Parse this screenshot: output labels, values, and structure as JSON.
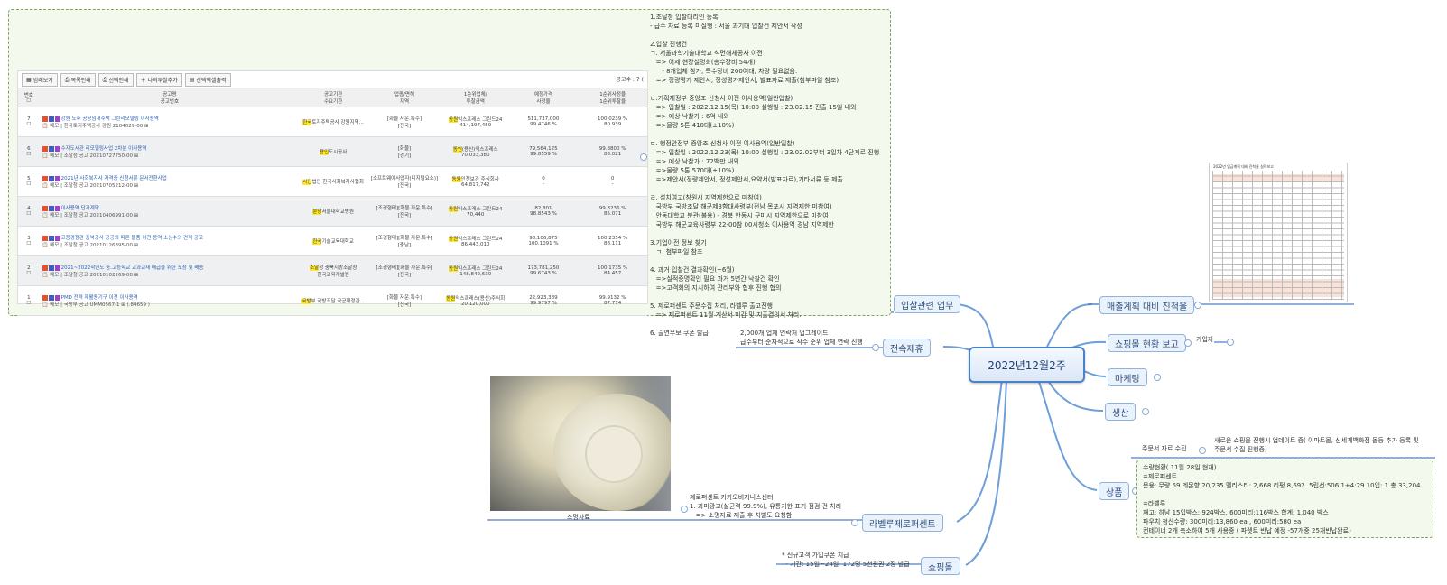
{
  "central_topic": "2022년12월2주",
  "topics": {
    "bid_work": "입찰관련 업무",
    "transfer": "전속제휴",
    "label_jero": "라벨루제로퍼센트",
    "shopping_mall": "쇼핑몰",
    "sales_plan": "매출계획 대비 진척율",
    "shop_status": "쇼핑몰 현황 보고",
    "shop_status_child": "가입자",
    "marketing": "마케팅",
    "production": "생산",
    "product": "상품",
    "product_child": "주문서 자료 수집"
  },
  "notes": {
    "bid_detail": "1.조달청 입찰대리인 등록\n- 급수 자료 등록 미실행 : 서울 과기대 입찰건 제안서 작성\n\n2.입찰 진행건\nㄱ. 서울과학기술대학교 석면해체공사 이전\n   => 어제 현장설명회(총수장비 54개)\n      - 8개업체 참가, 특수장비 200여대, 차량 필요없음.\n   => 정량평가 제안서, 정성평가제안서, 발표자료 제출(첨부파일 참조)\n\nㄴ.기획재정부 중앙조 신청사 이전 이사용역(일반입찰)\n   => 입찰일 : 2022.12.15(목) 10:00 실행일 : 23.02.15 진출 15일 내외\n   => 예상 낙찰가 : 6억 내외\n   =>물량 5톤 410대(±10%)\n\nㄷ. 행정안전부 중앙조 신청사 이전 이사용역(일반입찰)\n   => 입찰일 : 2022.12.23(목) 10:00 실행일 : 23.02.02부터 3일차 4단계로 진행\n   => 예상 낙찰가 : 72백만 내외\n   =>물량 5톤 570대(±10%)\n   =>제안서(정량제안서, 정성제안서,요약서(발표자료),기타서류 등 제출\n\nㄹ. 설치여고(창원시 지역제한으로 미참여)\n   국방부 국방조달 해군제3함대사령부(전남 목포시 지역제한 미참여)\n   안동대학교 분관(불용) - 경북 안동시 구미시 지역제한으로 미참여\n   국방부 해군교육사령부 22-00참 00시청소 이사용역 경남 지역제한\n\n3.기업이전 정보 찾기\n   ㄱ. 첨부파일 참조\n\n4. 과거 입찰건 결과확인(~6월)\n   =>실적증명확인 필요 과거 5년간 낙찰건 확인\n   =>고객회의 지시하여 관리부와 협후 진행 협의\n\n5. 제로퍼센트 주문수집 처리, 라벨루 출고진행\n   => 제로퍼센트 11월 계산서 미감 및 지출결의서 처리.\n\n6. 출연무보 쿠폰 발급",
    "transfer_detail": "2,000개 업체 연락처 업그레이드\n급수부터 순차적으로 작수 순위 업체 연락 진행",
    "label_detail": "제로퍼센트 카카오비지니스센터\n1. 과마광고(살균력 99.9%), 유통기한 표기 점검 건 처리\n   => 소명자료 제출 후 처벌도 요청함.",
    "shopping_detail": "* 신규고객 가입쿠폰 지급\n  - 기간: 15일~24일  172명 5천원권 2장 발급",
    "product_detail": "새로운 쇼핑몰 진행시 업데이트 중( 이마트몰, 신세계백화점 몰등 추가 등록 및\n주문서 수집 진행중)",
    "product_box": "수량현황( 11월 28일 현재)\n=제로퍼센트\n문용: 무량 59 레몬향 20,235 멜리스티: 2,668 리펑 8,692  5립선:506 1+4:29 10입: 1 총 33,204\n\n=라벨루\n재고: 히남 15입박스: 924박스, 600미리:116박스 합계: 1,040 박스\n파우치 청산수량: 300미리:13,860 ea , 600미리:580 ea\n컨테이너 2개 축소하여 5개 사용중 ( 파렛트 반납 예정 -57개중 25개반납완료)"
  },
  "photo_caption": "소명자료",
  "minimap_title": "2022년 입금계획 대비 진척율 실적보고",
  "bid_screenshot": {
    "toolbar": [
      "범례보기",
      "목록인쇄",
      "선택인쇄",
      "나의투찰추가",
      "선택엑셀출력"
    ],
    "count_label": "공고수 : 7 (",
    "headers": [
      "번호\n☐",
      "공고명\n공고번호",
      "공고기관\n수요기관",
      "업종/면허\n지역",
      "1순위업체/\n투찰금액",
      "예정가격\n사정율",
      "1순위사정율\n1순위투찰율"
    ],
    "rows": [
      {
        "no": "7",
        "title": "강원 노후 공공임대주택 그린리모델링 이사용역",
        "num": "📋 메모 | 한국토지주택공사 강원 2104029-00 ⊞",
        "org_hl": "한국",
        "org": "토지주택공사 강원지역...",
        "type": "[화물 자운.특수]\n[전국]",
        "w_hl": "동원",
        "winner": "익스프레스 그린드24\n414,197,450",
        "est": "511,737,000\n99.4746 %",
        "rate": "100.0239 %\n80.939"
      },
      {
        "no": "6",
        "title": "수지도서관 리모델링사업 2차분 이사용역",
        "num": "📋 메모 | 조달청 공고 20210727750-00 ⊞",
        "org_hl": "용인",
        "org": "도시공사",
        "type": "[화물]\n[경기]",
        "w_hl": "동인",
        "winner": "(용신)익스프레스\n70,033,380",
        "est": "79,564,125\n99.8559 %",
        "rate": "99.8800 %\n88.021"
      },
      {
        "no": "5",
        "title": "2021년 사회복지사 자격증 신청서류 문서전환사업",
        "num": "📋 메모 | 조달청 공고 20210705212-00 ⊞",
        "org_hl": "사단",
        "org": "법인 한국사회복지사협회",
        "type": "[소프트웨어사업자(디지털요소)]\n[전국]",
        "w_hl": "동원",
        "winner": "인천보관 주식회사\n64,817,742",
        "est": "0\n-",
        "rate": "0\n-"
      },
      {
        "no": "4",
        "title": "이사용역 단가계약",
        "num": "📋 메모 | 조달청 공고 20210406991-00 ⊞",
        "org_hl": "분당",
        "org": "서울대학교병원",
        "type": "[조경형태][화물 자운.특수]\n[전국]",
        "w_hl": "동원",
        "winner": "익스프레스 그린드24\n70,440",
        "est": "82,801\n98.8543 %",
        "rate": "99.8236 %\n85.071"
      },
      {
        "no": "3",
        "title": "고용경쟁관 충북공사 공공의 따른 물품 이전 용역 소싱수의 견적 공고",
        "num": "📋 메모 | 조달청 공고 20210126395-00 ⊞",
        "org_hl": "한국",
        "org": "기술교육대학교",
        "type": "[조경형태][화물 자운.특수]\n[충남]",
        "w_hl": "동원",
        "winner": "익스프레스 그린드24\n86,443,010",
        "est": "98,106,875\n100.1091 %",
        "rate": "100.2354 %\n88.111"
      },
      {
        "no": "2",
        "title": "2021~2022학년도 중.고등학교 교과교재 배급을 위한 포장 및 배송",
        "num": "📋 메모 | 조달청 공고 20210102269-00 ⊞",
        "org_hl": "조달",
        "org": "청 충북지방조달청\n한국교육개발원",
        "type": "[조경형태][화물 자운.특수]\n[전국]",
        "w_hl": "동원",
        "winner": "익스프레스 그린드24\n148,840,630",
        "est": "173,781,250\n99.6743 %",
        "rate": "100.1735 %\n84.457"
      },
      {
        "no": "1",
        "title": "PMD 전력 재활용기구 이전 이사용역",
        "num": "📋 메모 | 국방부 공고 UMM0567-1 ⊞ (.84659 )",
        "org_hl": "국방",
        "org": "부 국방조달 국군재정관...",
        "type": "[화물 자운.특수]\n[전국]",
        "w_hl": "동원",
        "winner": "익스프레스(용신)주식회\n20,120,000",
        "est": "22,923,389\n99.9797 %",
        "rate": "99.9132 %\n87.774"
      }
    ]
  },
  "colors": {
    "topic_border": "#8fb2df",
    "center_border": "#4a82c8",
    "edge": "#6f9fd8",
    "note_box": "#7ea65f"
  }
}
